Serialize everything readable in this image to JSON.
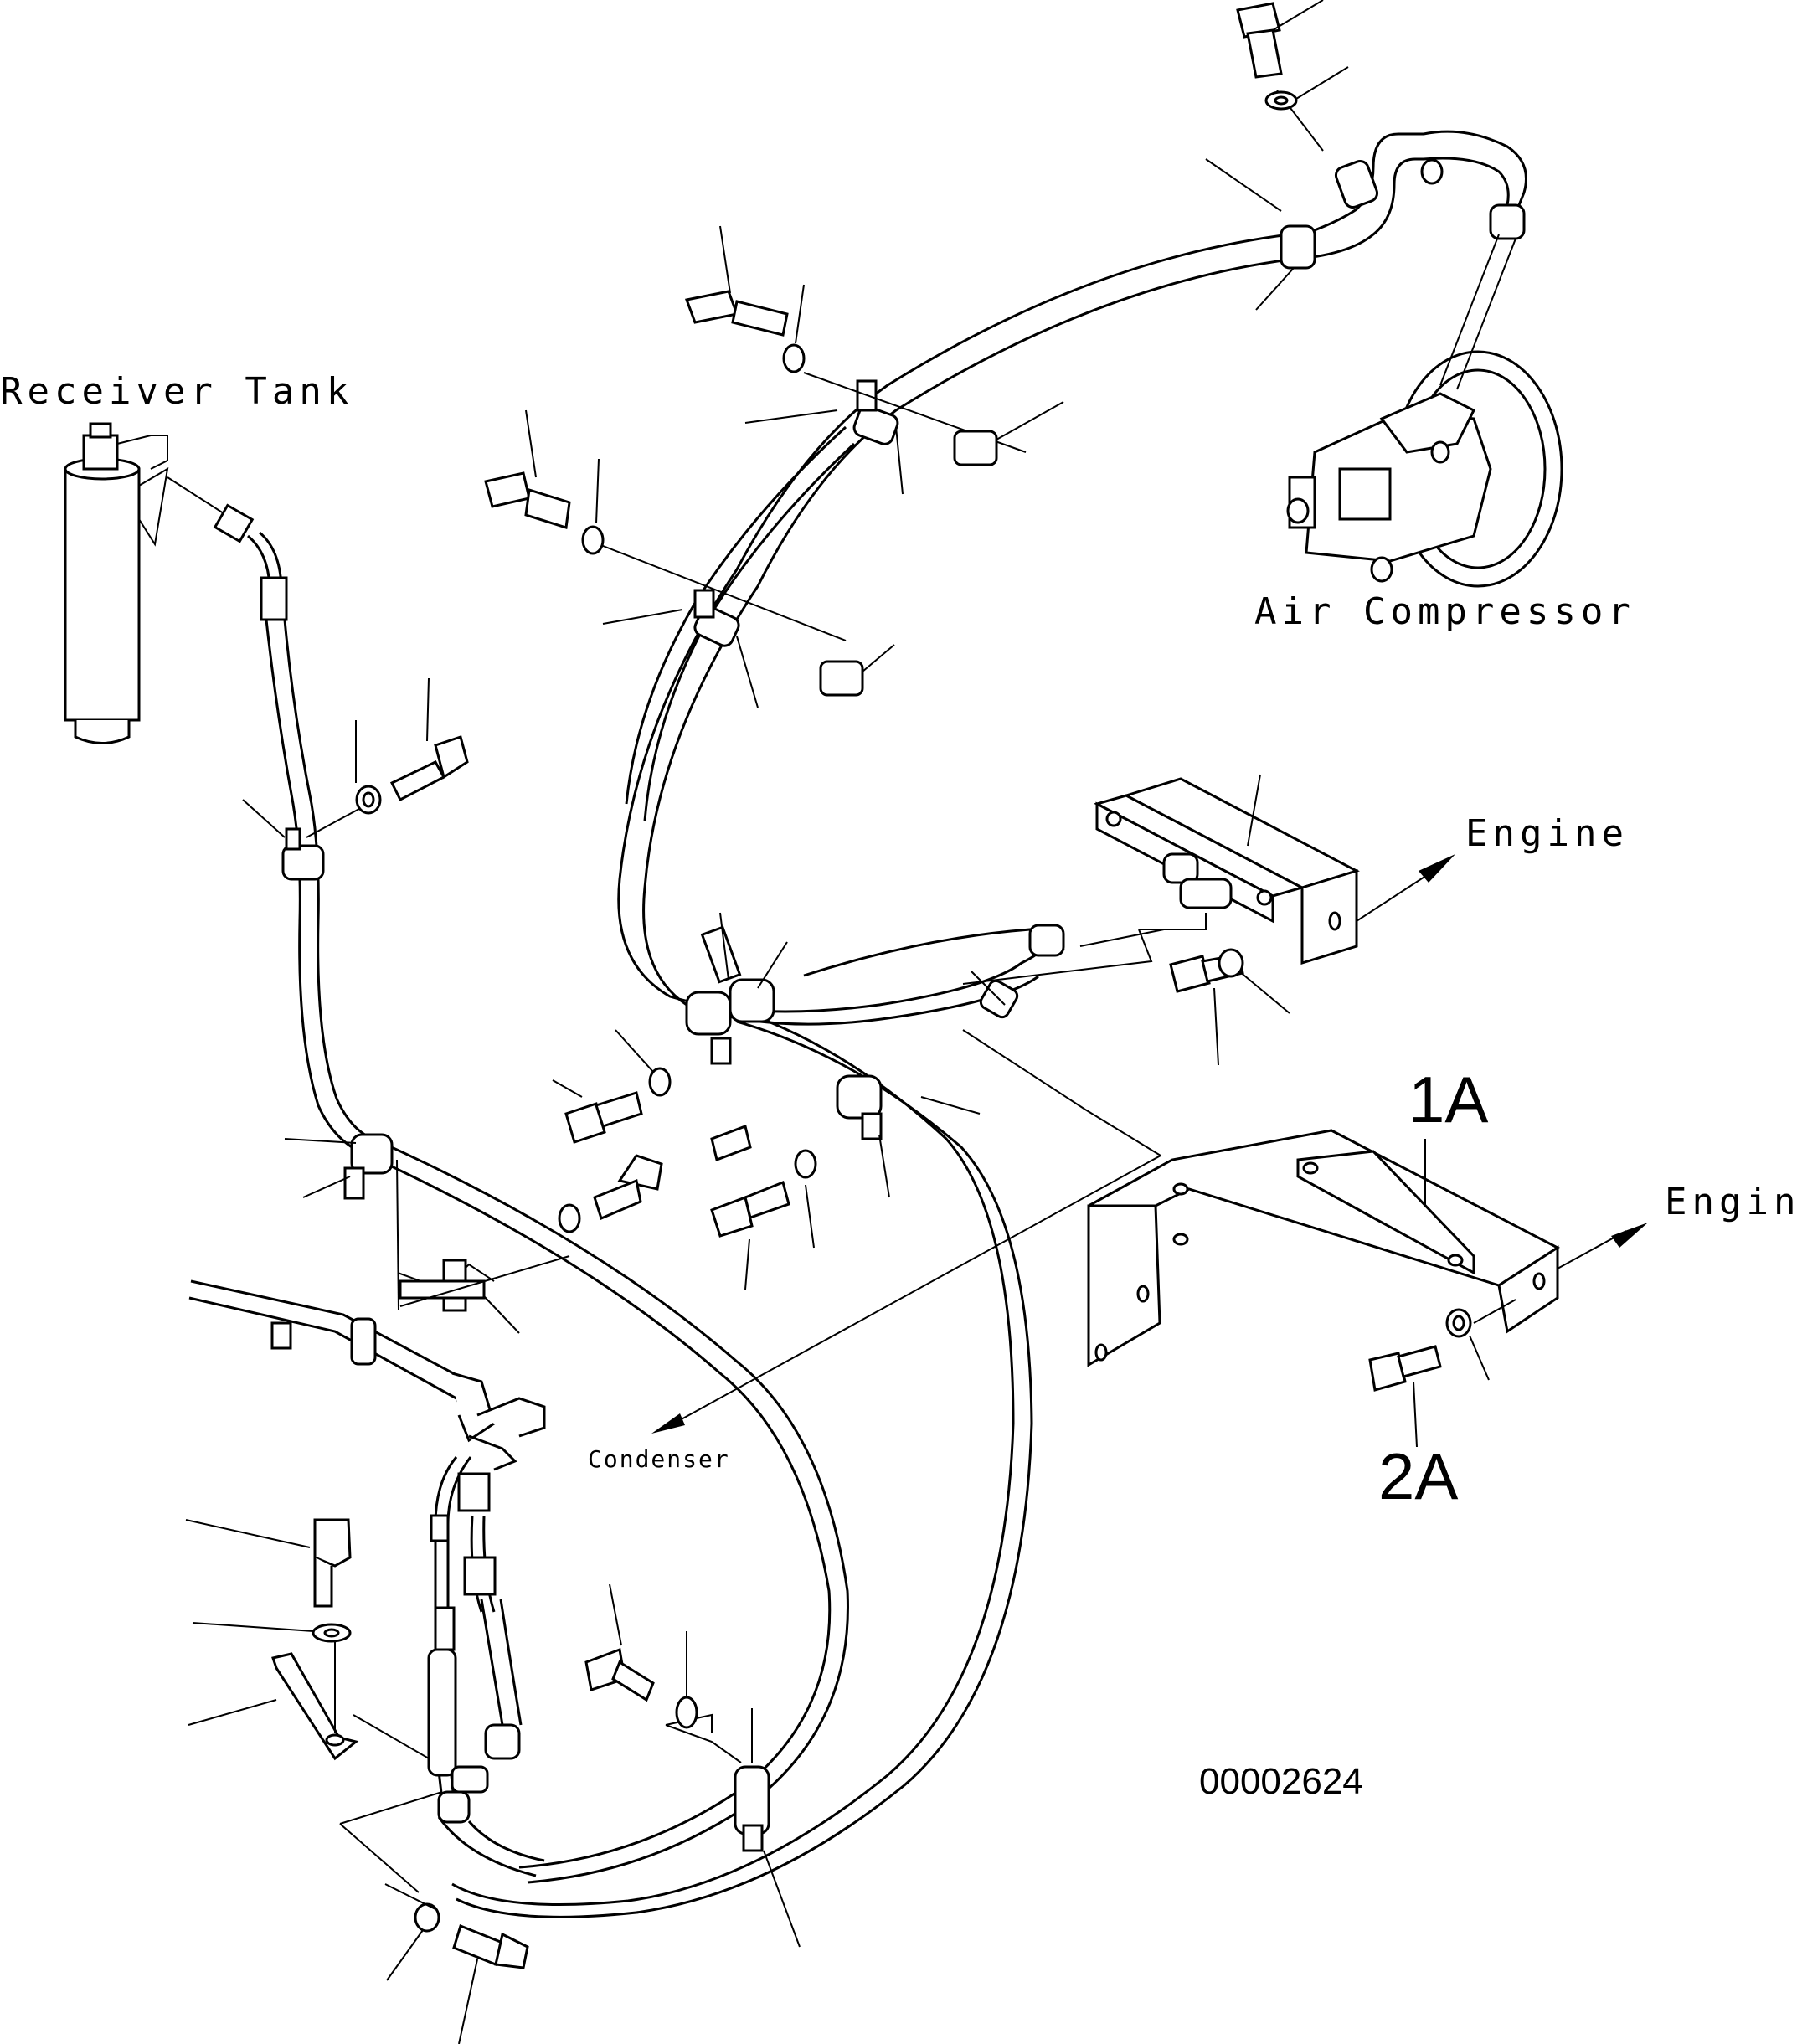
{
  "labels": {
    "receiver_tank": "Receiver Tank",
    "air_compressor": "Air Compressor",
    "engine_upper": "Engine",
    "engine_lower": "Engine",
    "condenser": "Condenser",
    "part_1a": "1A",
    "part_2a": "2A",
    "drawing_number": "00002624"
  }
}
